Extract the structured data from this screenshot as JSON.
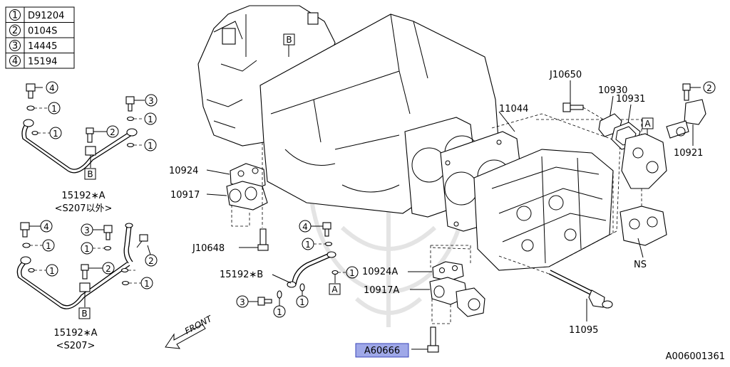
{
  "legend": [
    {
      "num": "1",
      "code": "D91204"
    },
    {
      "num": "2",
      "code": "0104S"
    },
    {
      "num": "3",
      "code": "14445"
    },
    {
      "num": "4",
      "code": "15194"
    }
  ],
  "labels": {
    "p11044": "11044",
    "j10650": "J10650",
    "p10930": "10930",
    "p10931": "10931",
    "p10921": "10921",
    "p10924": "10924",
    "p10917": "10917",
    "j10648": "J10648",
    "p15192b": "15192∗B",
    "p10924a": "10924A",
    "p10917a": "10917A",
    "p11095": "11095",
    "ns": "NS",
    "a60666": "A60666",
    "ref": "A006001361",
    "p15192a_top": "15192∗A",
    "s207_excl": "<S207以外>",
    "p15192a_bot": "15192∗A",
    "s207": "<S207>",
    "front": "FRONT"
  },
  "callouts": {
    "c1": "1",
    "c2": "2",
    "c3": "3",
    "c4": "4"
  },
  "refboxes": {
    "a": "A",
    "b": "B"
  }
}
